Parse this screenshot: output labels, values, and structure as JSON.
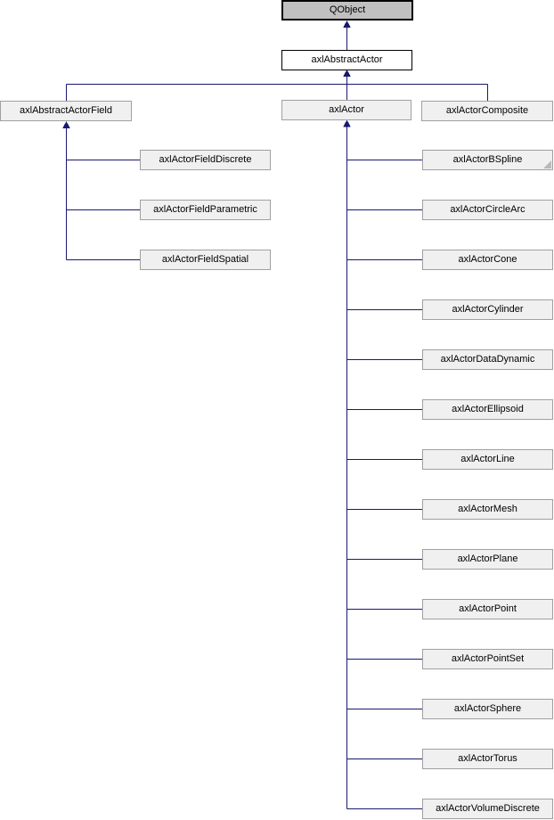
{
  "nodes": {
    "qobject": "QObject",
    "abstract_actor": "axlAbstractActor",
    "abstract_actor_field": "axlAbstractActorField",
    "actor": "axlActor",
    "actor_composite": "axlActorComposite",
    "field_children": [
      "axlActorFieldDiscrete",
      "axlActorFieldParametric",
      "axlActorFieldSpatial"
    ],
    "actor_children": [
      "axlActorBSpline",
      "axlActorCircleArc",
      "axlActorCone",
      "axlActorCylinder",
      "axlActorDataDynamic",
      "axlActorEllipsoid",
      "axlActorLine",
      "axlActorMesh",
      "axlActorPlane",
      "axlActorPoint",
      "axlActorPointSet",
      "axlActorSphere",
      "axlActorTorus",
      "axlActorVolumeDiscrete"
    ]
  },
  "truncation": {
    "node": "axlActorBSpline",
    "indicator": "folded-corner"
  },
  "colors": {
    "background": "#ffffff",
    "current_node_fill": "#c0c0c0",
    "current_node_border": "#000000",
    "parent_node_fill": "#ffffff",
    "parent_node_border": "#000000",
    "node_fill": "#f0f0f0",
    "node_border": "#a0a0a0",
    "edge": "#191970",
    "text": "#000000"
  }
}
